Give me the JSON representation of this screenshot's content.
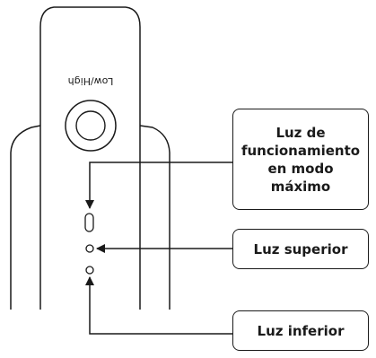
{
  "device": {
    "button_text": "Low/High"
  },
  "callouts": {
    "max_mode_light": "Luz de funcionamiento en modo máximo",
    "upper_light": "Luz superior",
    "lower_light": "Luz inferior"
  },
  "colors": {
    "line": "#1a1a1a",
    "background": "#ffffff"
  }
}
